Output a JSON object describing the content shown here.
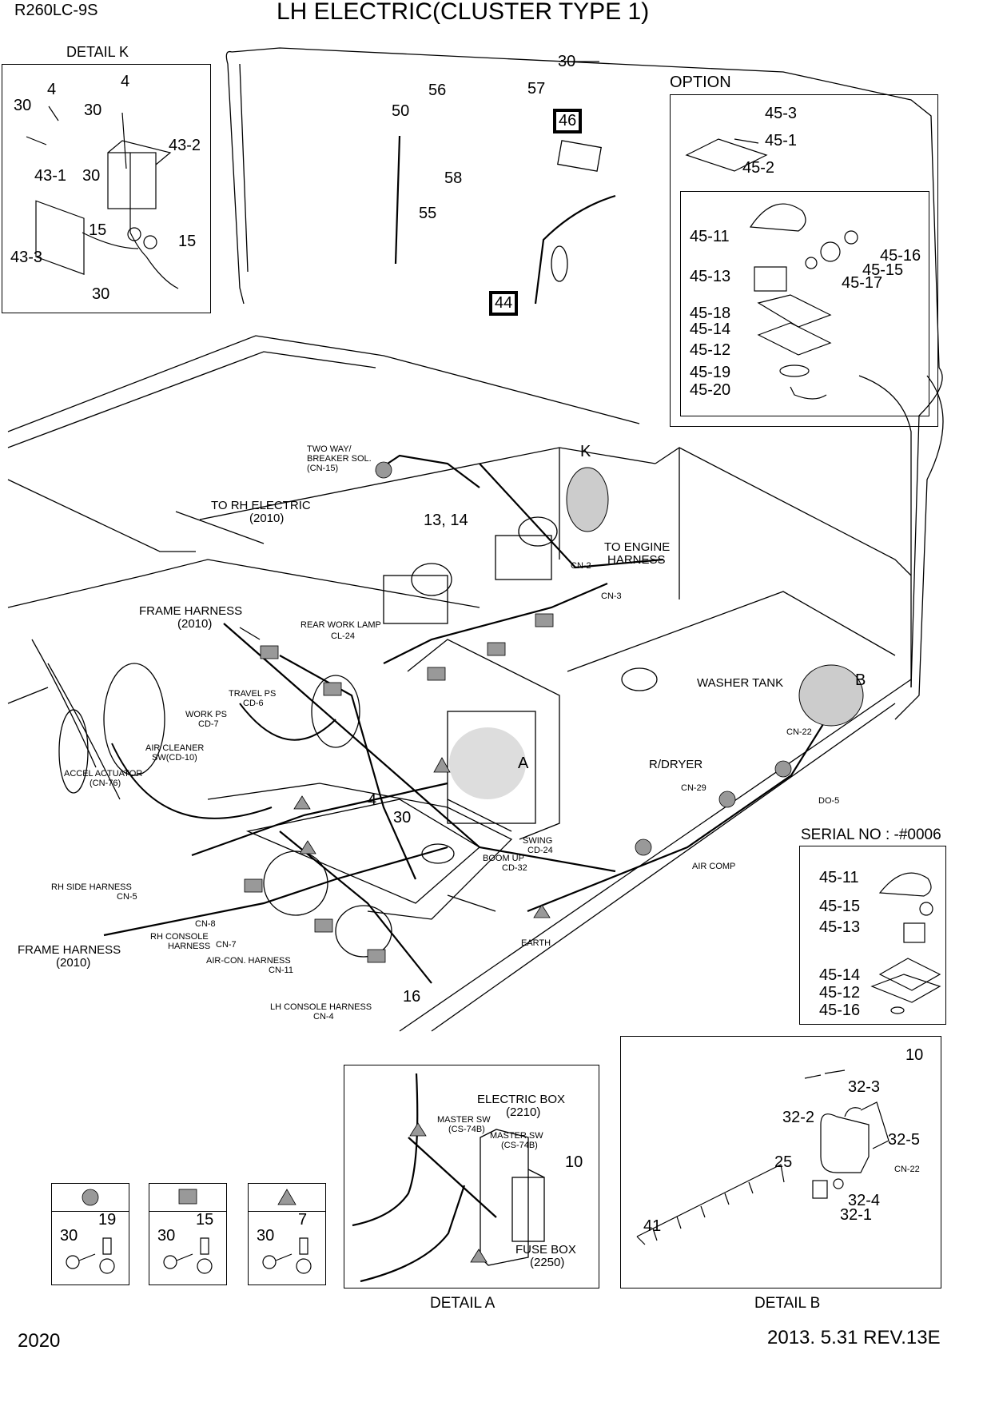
{
  "header": {
    "model": "R260LC-9S",
    "title": "LH ELECTRIC(CLUSTER TYPE 1)"
  },
  "footer": {
    "page": "2020",
    "revision": "2013. 5.31  REV.13E"
  },
  "detail_k": {
    "title": "DETAIL  K",
    "parts": [
      "30",
      "4",
      "4",
      "30",
      "43-2",
      "43-1",
      "30",
      "15",
      "15",
      "43-3",
      "30"
    ]
  },
  "option": {
    "title": "OPTION",
    "parts": [
      "45-3",
      "45-1",
      "45-2",
      "45-11",
      "45-16",
      "45-15",
      "45-13",
      "45-17",
      "45-18",
      "45-14",
      "45-12",
      "45-19",
      "45-20"
    ]
  },
  "serial": {
    "title": "SERIAL NO : -#0006",
    "parts": [
      "45-11",
      "45-15",
      "45-13",
      "45-14",
      "45-12",
      "45-16"
    ]
  },
  "top_parts": [
    "30",
    "56",
    "57",
    "50",
    "58",
    "55"
  ],
  "boxed_parts": [
    "46",
    "44"
  ],
  "main_labels": {
    "two_way": "TWO WAY/",
    "breaker": "BREAKER SOL.",
    "cn15": "(CN-15)",
    "to_rh": "TO RH ELECTRIC",
    "to_rh_code": "(2010)",
    "n1314": "13, 14",
    "k": "K",
    "to_engine": "TO ENGINE",
    "harness": "HARNESS",
    "cn2": "CN-2",
    "cn3": "CN-3",
    "frame_harness": "FRAME HARNESS",
    "frame_code": "(2010)",
    "rear_work_lamp": "REAR WORK LAMP",
    "cl24": "CL-24",
    "travel_ps": "TRAVEL PS",
    "cd6": "CD-6",
    "work_ps": "WORK PS",
    "cd7": "CD-7",
    "washer_tank": "WASHER TANK",
    "b": "B",
    "cn22": "CN-22",
    "a": "A",
    "air_cleaner": "AIR CLEANER",
    "sw_cd10": "SW(CD-10)",
    "accel": "ACCEL ACTUATOR",
    "cn76": "(CN-76)",
    "n4": "4",
    "n30": "30",
    "rdryer": "R/DRYER",
    "cn29": "CN-29",
    "do5": "DO-5",
    "swing": "SWING",
    "cd24": "CD-24",
    "boom_up": "BOOM UP",
    "cd32": "CD-32",
    "air_comp": "AIR COMP",
    "rh_side": "RH SIDE HARNESS",
    "cn5": "CN-5",
    "cn8": "CN-8",
    "rh_console": "RH CONSOLE",
    "harness2": "HARNESS",
    "cn7": "CN-7",
    "frame_harness2": "FRAME HARNESS",
    "frame_code2": "(2010)",
    "aircon": "AIR-CON. HARNESS",
    "cn11": "CN-11",
    "lh_console": "LH CONSOLE HARNESS",
    "cn4": "CN-4",
    "n16": "16",
    "earth": "EARTH"
  },
  "detail_a": {
    "title": "DETAIL  A",
    "electric_box": "ELECTRIC BOX",
    "electric_box_code": "(2210)",
    "master_sw1": "MASTER SW",
    "cs1": "(CS-74B)",
    "master_sw2": "MASTER SW",
    "cs2": "(CS-74B)",
    "n10": "10",
    "fuse_box": "FUSE BOX",
    "fuse_box_code": "(2250)"
  },
  "detail_b": {
    "title": "DETAIL  B",
    "parts": [
      "10",
      "32-3",
      "32-2",
      "32-5",
      "25",
      "CN-22",
      "32-4",
      "32-1",
      "41"
    ]
  },
  "legend": [
    {
      "symbol": "circle",
      "parts": [
        "30",
        "19"
      ]
    },
    {
      "symbol": "square",
      "parts": [
        "30",
        "15"
      ]
    },
    {
      "symbol": "triangle",
      "parts": [
        "30",
        "7"
      ]
    }
  ]
}
